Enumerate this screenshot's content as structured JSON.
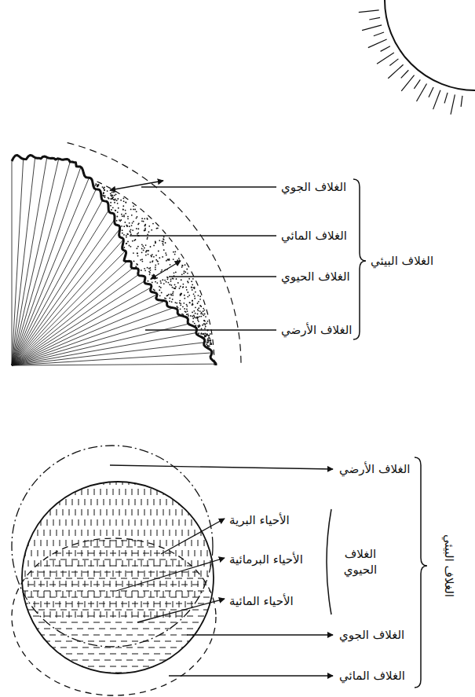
{
  "diagram": {
    "labels": [
      "الغلاف الجوي",
      "الغلاف المائي",
      "الغلاف الحيوي",
      "الغلاف الأرضي",
      "الغلاف البيئي",
      "الغلاف الأرضي",
      "الأحياء البرية",
      "الأحياء البرمائية",
      "الأحياء المائية",
      "الغلاف الحيوي",
      "الغلاف الجوي",
      "الغلاف المائي",
      "الغلاف البيئي"
    ]
  }
}
